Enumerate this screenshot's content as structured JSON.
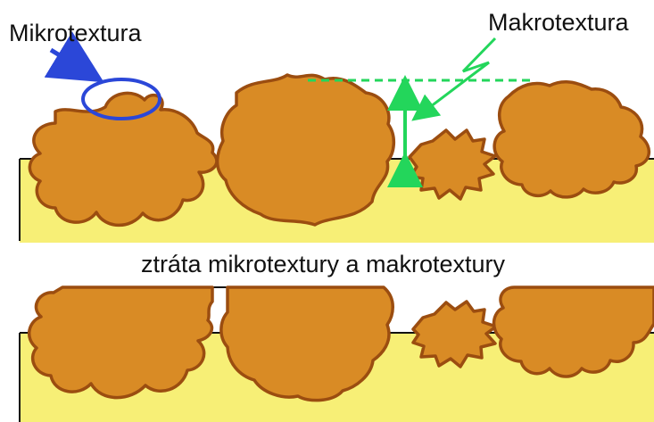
{
  "labels": {
    "microtexture": "Mikrotextura",
    "macrotexture": "Makrotextura",
    "caption": "ztráta mikrotextury a makrotextury"
  },
  "colors": {
    "aggregate_fill": "#d98b25",
    "aggregate_outline": "#9b4d10",
    "surface_fill": "#f7ef76",
    "microtexture_marker": "#2b47d8",
    "macrotexture_marker": "#23d65b"
  }
}
